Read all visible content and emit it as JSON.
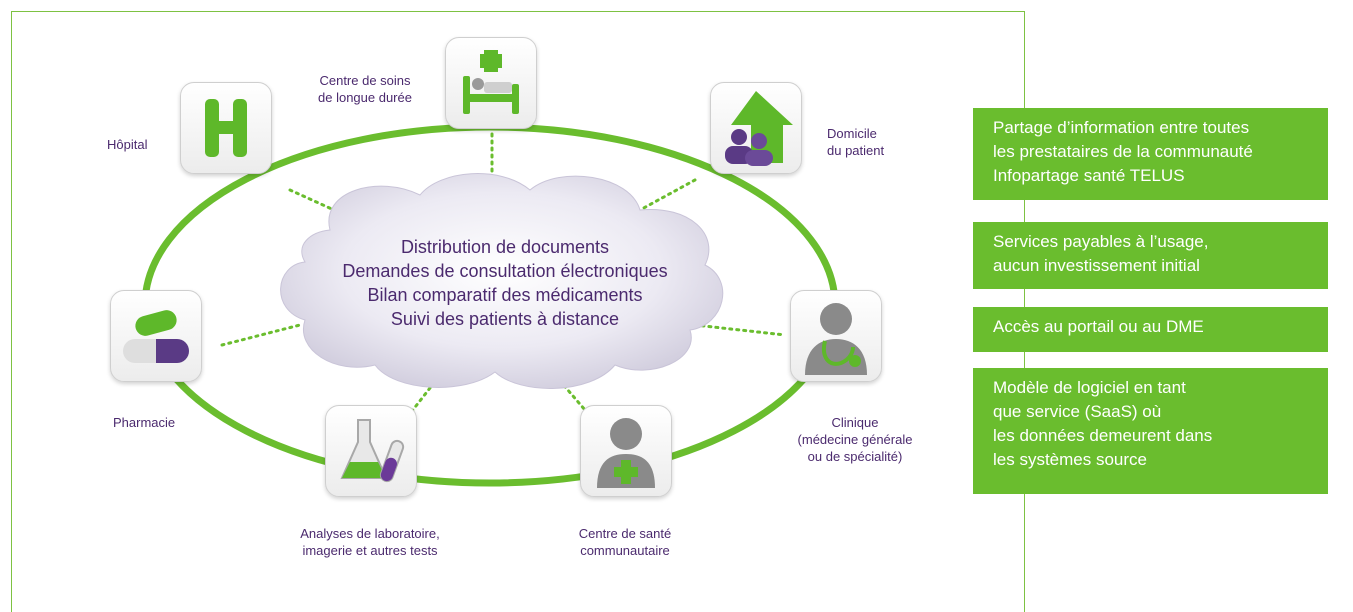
{
  "cloud": {
    "lines": [
      "Distribution de documents",
      "Demandes de consultation électroniques",
      "Bilan comparatif des médicaments",
      "Suivi des patients à distance"
    ]
  },
  "nodes": {
    "hopital": {
      "label": "Hôpital",
      "icon": "hospital-h-icon"
    },
    "soins": {
      "label_lines": [
        "Centre de soins",
        "de longue durée"
      ],
      "icon": "hospital-bed-icon"
    },
    "domicile": {
      "label_lines": [
        "Domicile",
        "du patient"
      ],
      "icon": "home-family-icon"
    },
    "clinique": {
      "label_lines": [
        "Clinique",
        "(médecine générale",
        "ou de spécialité)"
      ],
      "icon": "doctor-stethoscope-icon"
    },
    "communautaire": {
      "label_lines": [
        "Centre de santé",
        "communautaire"
      ],
      "icon": "person-cross-icon"
    },
    "laboratoire": {
      "label_lines": [
        "Analyses de laboratoire,",
        "imagerie et autres tests"
      ],
      "icon": "lab-flasks-icon"
    },
    "pharmacie": {
      "label": "Pharmacie",
      "icon": "pills-icon"
    }
  },
  "boxes": [
    {
      "lines": [
        "Partage d’information entre toutes",
        "les prestataires de la communauté",
        "Infopartage santé TELUS"
      ]
    },
    {
      "lines": [
        "Services payables à l’usage,",
        "aucun investissement initial"
      ]
    },
    {
      "lines": [
        "Accès au portail ou au DME"
      ]
    },
    {
      "lines": [
        "Modèle de logiciel en tant",
        "que service (SaaS) où",
        "les données demeurent dans",
        "les systèmes source"
      ]
    }
  ],
  "colors": {
    "green": "#6abd2e",
    "purple": "#4b2a6e",
    "frame": "#7dc242"
  }
}
